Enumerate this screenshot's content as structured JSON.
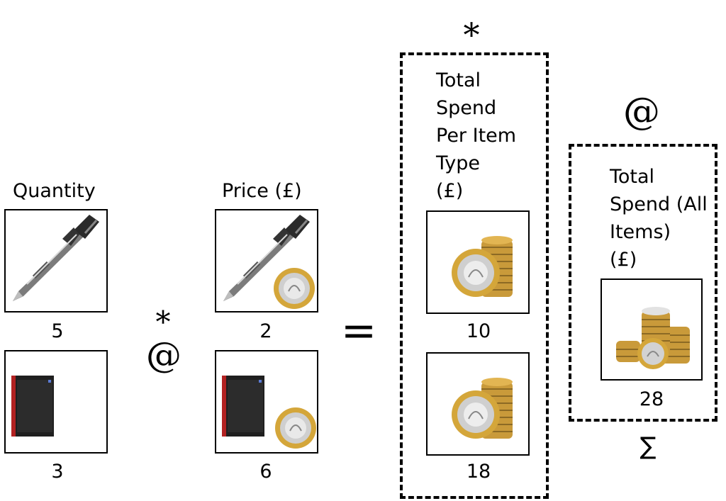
{
  "headers": {
    "quantity": "Quantity",
    "price": "Price (£)",
    "per_item": [
      "Total",
      "Spend",
      "Per Item",
      "Type",
      "(£)"
    ],
    "all_items": [
      "Total",
      "Spend (All",
      "Items)",
      "(£)"
    ]
  },
  "values": {
    "quantity_pen": "5",
    "quantity_notebook": "3",
    "price_pen": "2",
    "price_notebook": "6",
    "spend_pen": "10",
    "spend_notebook": "18",
    "spend_total": "28"
  },
  "symbols": {
    "multiply_top": "*",
    "at_top": "@",
    "multiply_left": "*",
    "at_left": "@",
    "equals": "=",
    "sum": "∑"
  },
  "icons": [
    "pen-icon",
    "notebook-icon",
    "coin-icon",
    "coin-stack-icon",
    "coin-pile-icon"
  ]
}
